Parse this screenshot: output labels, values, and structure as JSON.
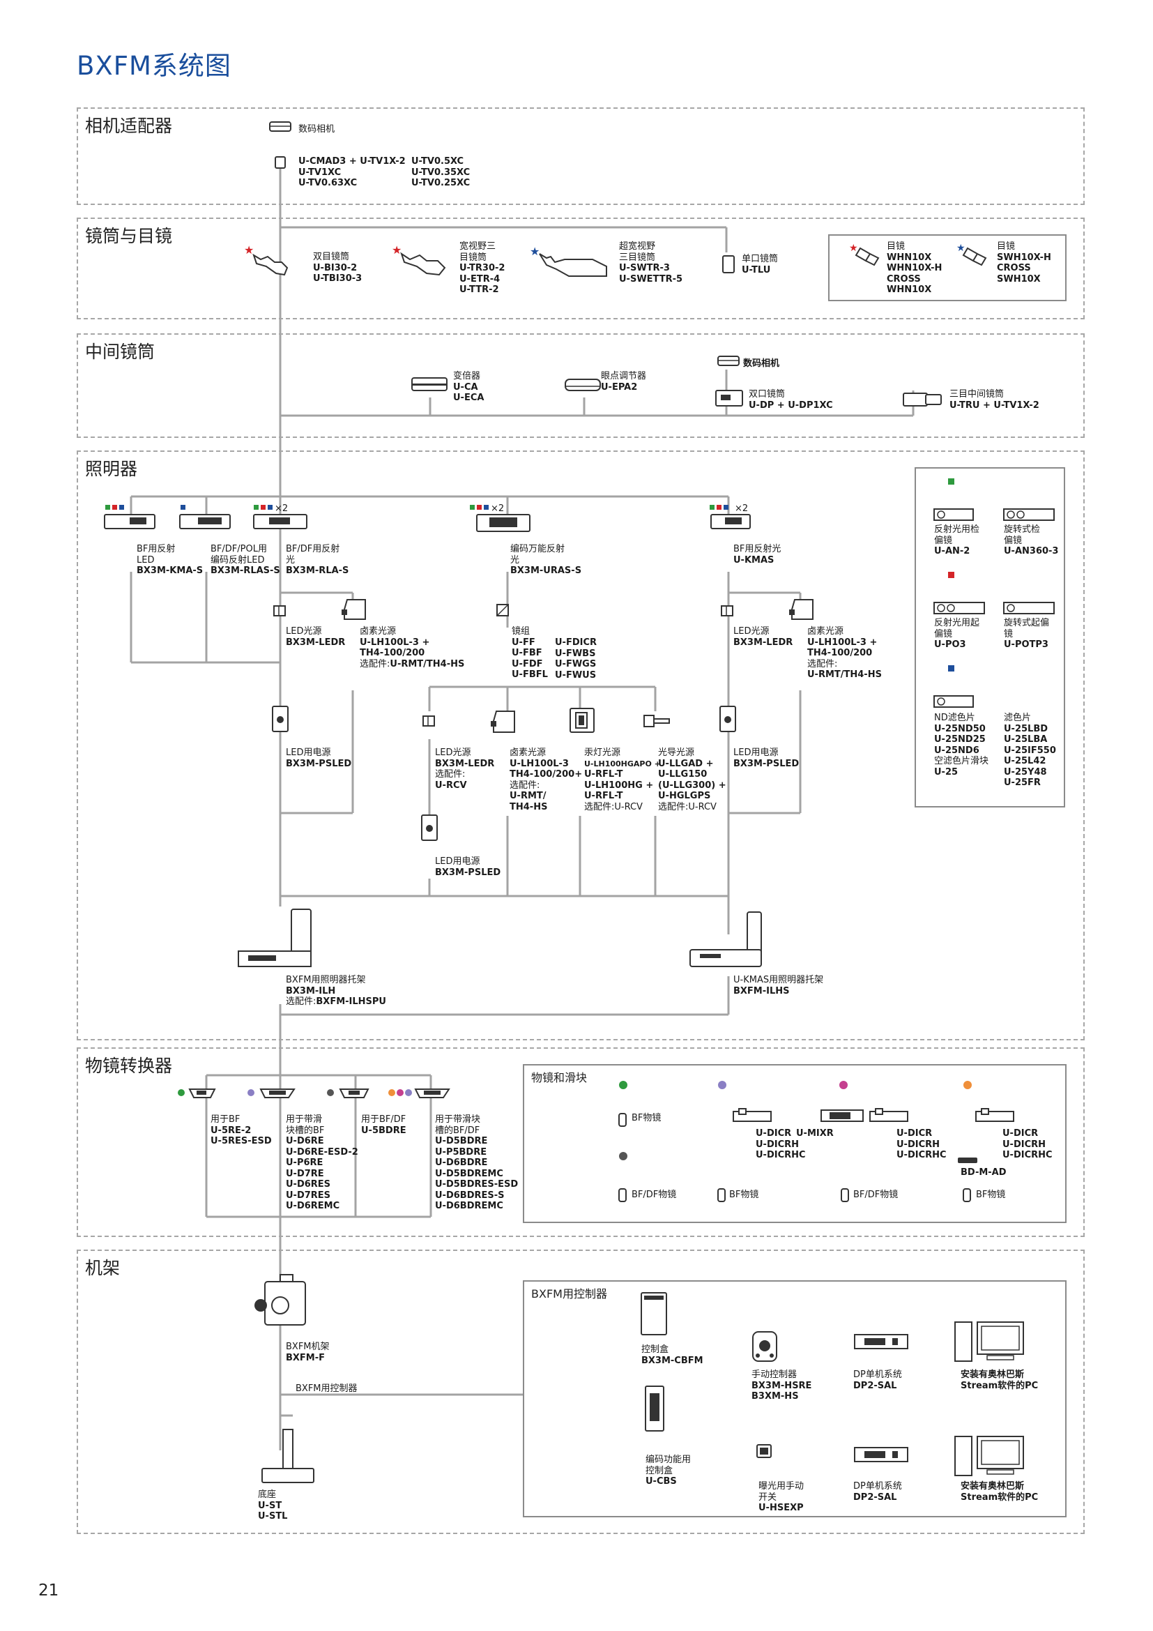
{
  "title": "BXFM系统图",
  "page_number": "21",
  "sections": {
    "camera": {
      "label": "相机适配器",
      "camera_text": "数码相机",
      "adapters_left": [
        "U-CMAD3 + U-TV1X-2",
        "U-TV1XC",
        "U-TV0.63XC"
      ],
      "adapters_right": [
        "U-TV0.5XC",
        "U-TV0.35XC",
        "U-TV0.25XC"
      ]
    },
    "tubes": {
      "label": "镜筒与目镜",
      "items": [
        {
          "caption": "双目镜筒",
          "parts": [
            "U-BI30-2",
            "U-TBI30-3"
          ]
        },
        {
          "caption": "宽视野三目镜筒",
          "caption_lines": [
            "宽视野三",
            "目镜筒"
          ],
          "parts": [
            "U-TR30-2",
            "U-ETR-4",
            "U-TTR-2"
          ]
        },
        {
          "caption_lines": [
            "超宽视野",
            "三目镜筒"
          ],
          "parts": [
            "U-SWTR-3",
            "U-SWETTR-5"
          ]
        },
        {
          "caption": "单口镜筒",
          "parts": [
            "U-TLU"
          ]
        }
      ],
      "eyepieces": [
        {
          "caption": "目镜",
          "parts": [
            "WHN10X",
            "WHN10X-H",
            "CROSS",
            "WHN10X"
          ]
        },
        {
          "caption": "目镜",
          "parts": [
            "SWH10X-H",
            "CROSS",
            "SWH10X"
          ]
        }
      ]
    },
    "intermediate": {
      "label": "中间镜筒",
      "items": [
        {
          "caption": "变倍器",
          "parts": [
            "U-CA",
            "U-ECA"
          ]
        },
        {
          "caption": "眼点调节器",
          "parts": [
            "U-EPA2"
          ]
        },
        {
          "caption": "数码相机",
          "parts": []
        },
        {
          "caption": "双口镜筒",
          "parts": [
            "U-DP + U-DP1XC"
          ]
        },
        {
          "caption": "三目中间镜筒",
          "parts": [
            "U-TRU + U-TV1X-2"
          ]
        }
      ]
    },
    "illuminators": {
      "label": "照明器",
      "top_units": [
        {
          "caption_lines": [
            "BF用反射",
            "LED"
          ],
          "parts": [
            "BX3M-KMA-S"
          ]
        },
        {
          "caption_lines": [
            "BF/DF/POL用",
            "编码反射LED"
          ],
          "parts": [
            "BX3M-RLAS-S"
          ]
        },
        {
          "caption_lines": [
            "BF/DF用反射",
            "光"
          ],
          "parts": [
            "BX3M-RLA-S"
          ]
        },
        {
          "caption_lines": [
            "编码万能反射",
            "光"
          ],
          "parts": [
            "BX3M-URAS-S"
          ]
        },
        {
          "caption_lines": [
            "BF用反射光"
          ],
          "parts": [
            "U-KMAS"
          ]
        }
      ],
      "x2": "×2",
      "light_sources_left": [
        {
          "caption": "LED光源",
          "parts": [
            "BX3M-LEDR"
          ]
        },
        {
          "caption": "卤素光源",
          "parts": [
            "U-LH100L-3 +",
            "TH4-100/200"
          ],
          "option": "选配件:",
          "option_part": "U-RMT/TH4-HS"
        },
        {
          "caption": "LED用电源",
          "parts": [
            "BX3M-PSLED"
          ]
        }
      ],
      "filter_block": {
        "caption": "镜组",
        "parts_left": [
          "U-FF",
          "U-FBF",
          "U-FDF",
          "U-FBFL"
        ],
        "parts_right": [
          "U-FDICR",
          "U-FWBS",
          "U-FWGS",
          "U-FWUS"
        ]
      },
      "light_sources_center": [
        {
          "caption": "LED光源",
          "parts": [
            "BX3M-LEDR"
          ],
          "option": "选配件:",
          "option_part": "U-RCV"
        },
        {
          "caption": "卤素光源",
          "parts": [
            "U-LH100L-3",
            "TH4-100/200+"
          ],
          "option": "选配件:",
          "option_parts": [
            "U-RMT/",
            "TH4-HS"
          ]
        },
        {
          "caption": "汞灯光源",
          "parts": [
            "U-LH100HGAPO +",
            "U-RFL-T",
            "U-LH100HG +",
            "U-RFL-T"
          ],
          "option": "选配件:U-RCV"
        },
        {
          "caption": "光导光源",
          "parts": [
            "U-LLGAD +",
            "U-LLG150",
            "(U-LLG300) +",
            "U-HGLGPS"
          ],
          "option": "选配件:U-RCV"
        },
        {
          "caption": "LED用电源",
          "parts": [
            "BX3M-PSLED"
          ]
        }
      ],
      "light_sources_right": [
        {
          "caption": "LED光源",
          "parts": [
            "BX3M-LEDR"
          ]
        },
        {
          "caption": "卤素光源",
          "parts": [
            "U-LH100L-3 +",
            "TH4-100/200"
          ],
          "option": "选配件:",
          "option_part": "U-RMT/TH4-HS"
        },
        {
          "caption": "LED用电源",
          "parts": [
            "BX3M-PSLED"
          ]
        }
      ],
      "holders": [
        {
          "caption": "BXFM用照明器托架",
          "parts": [
            "BX3M-ILH"
          ],
          "option": "选配件:",
          "option_part": "BXFM-ILHSPU"
        },
        {
          "caption": "U-KMAS用照明器托架",
          "parts": [
            "BXFM-ILHS"
          ]
        }
      ],
      "accessories": [
        {
          "caption_lines": [
            "反射光用检",
            "偏镜"
          ],
          "parts": [
            "U-AN-2"
          ]
        },
        {
          "caption_lines": [
            "旋转式检",
            "偏镜"
          ],
          "parts": [
            "U-AN360-3"
          ]
        },
        {
          "caption_lines": [
            "反射光用起",
            "偏镜"
          ],
          "parts": [
            "U-PO3"
          ]
        },
        {
          "caption_lines": [
            "旋转式起偏",
            "镜"
          ],
          "parts": [
            "U-POTP3"
          ]
        },
        {
          "caption": "ND滤色片",
          "parts": [
            "U-25ND50",
            "U-25ND25",
            "U-25ND6"
          ],
          "extra": "空滤色片滑块",
          "extra_part": "U-25"
        },
        {
          "caption": "滤色片",
          "parts": [
            "U-25LBD",
            "U-25LBA",
            "U-25IF550",
            "U-25L42",
            "U-25Y48",
            "U-25FR"
          ]
        }
      ]
    },
    "nosepieces": {
      "label": "物镜转换器",
      "items": [
        {
          "caption": "用于BF",
          "parts": [
            "U-5RE-2",
            "U-5RES-ESD"
          ]
        },
        {
          "caption_lines": [
            "用于带滑",
            "块槽的BF"
          ],
          "parts": [
            "U-D6RE",
            "U-D6RE-ESD-2",
            "U-P6RE",
            "U-D7RE",
            "U-D6RES",
            "U-D7RES",
            "U-D6REMC"
          ]
        },
        {
          "caption": "用于BF/DF",
          "parts": [
            "U-5BDRE"
          ]
        },
        {
          "caption_lines": [
            "用于带滑块",
            "槽的BF/DF"
          ],
          "parts": [
            "U-D5BDRE",
            "U-P5BDRE",
            "U-D6BDRE",
            "U-D5BDREMC",
            "U-D5BDRES-ESD",
            "U-D6BDRES-S",
            "U-D6BDREMC"
          ]
        }
      ],
      "sub_label": "物镜和滑块",
      "objectives": {
        "bf": "BF物镜",
        "bfdf": "BF/DF物镜",
        "dic": [
          "U-DICR",
          "U-DICRH",
          "U-DICRHC"
        ],
        "mixr": "U-MIXR",
        "bdmad": "BD-M-AD"
      },
      "dot_colors": {
        "green": "#2e9a3e",
        "purple": "#8a7fc4",
        "magenta": "#c53f8f",
        "orange": "#ef8f3a",
        "dark": "#555555",
        "red": "#d42428",
        "blue": "#1e4e9b"
      }
    },
    "frame": {
      "label": "机架",
      "items": [
        {
          "caption": "BXFM机架",
          "parts": [
            "BXFM-F"
          ]
        },
        {
          "caption": "BXFM用控制器",
          "parts": []
        },
        {
          "caption": "底座",
          "parts": [
            "U-ST",
            "U-STL"
          ]
        }
      ],
      "sub_label": "BXFM用控制器",
      "controllers": [
        {
          "caption": "控制盒",
          "parts": [
            "BX3M-CBFM"
          ]
        },
        {
          "caption": "手动控制器",
          "parts": [
            "BX3M-HSRE",
            "B3XM-HS"
          ]
        },
        {
          "caption": "DP单机系统",
          "parts": [
            "DP2-SAL"
          ]
        },
        {
          "caption_lines": [
            "安装有奥林巴斯",
            "Stream软件的PC"
          ]
        },
        {
          "caption_lines": [
            "编码功能用",
            "控制盒"
          ],
          "parts": [
            "U-CBS"
          ]
        },
        {
          "caption_lines": [
            "曝光用手动",
            "开关"
          ],
          "parts": [
            "U-HSEXP"
          ]
        },
        {
          "caption": "DP单机系统",
          "parts": [
            "DP2-SAL"
          ]
        },
        {
          "caption_lines": [
            "安装有奥林巴斯",
            "Stream软件的PC"
          ]
        }
      ]
    }
  },
  "colors": {
    "title_blue": "#1a4e9c",
    "line_gray": "#a3a3a3",
    "dash_gray": "#a6a6a6",
    "star_red": "#d42428",
    "star_blue": "#1e4e9b"
  }
}
